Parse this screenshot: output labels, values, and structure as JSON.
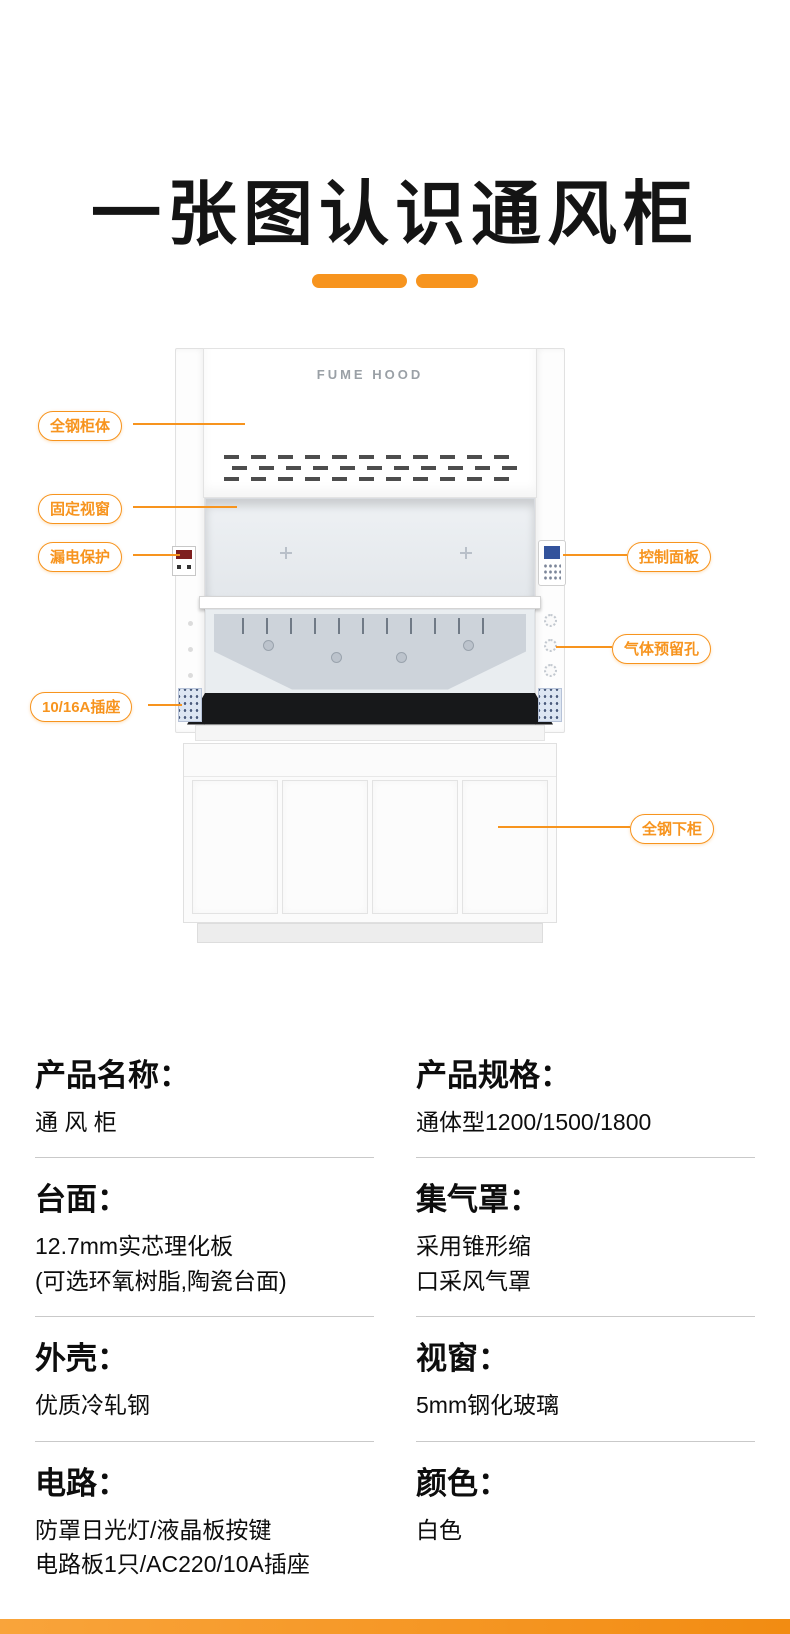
{
  "header": {
    "title": "一张图认识通风柜"
  },
  "hood": {
    "brand": "FUME HOOD"
  },
  "callouts": {
    "left": [
      {
        "label": "全钢柜体"
      },
      {
        "label": "固定视窗"
      },
      {
        "label": "漏电保护"
      },
      {
        "label": "10/16A插座"
      }
    ],
    "right": [
      {
        "label": "控制面板"
      },
      {
        "label": "气体预留孔"
      },
      {
        "label": "全钢下柜"
      }
    ]
  },
  "specs": {
    "left": [
      {
        "heading": "产品名称：",
        "body": "通 风 柜"
      },
      {
        "heading": "台面：",
        "body": "12.7mm实芯理化板\n(可选环氧树脂,陶瓷台面)"
      },
      {
        "heading": "外壳：",
        "body": "优质冷轧钢"
      },
      {
        "heading": "电路：",
        "body": "防罩日光灯/液晶板按键\n电路板1只/AC220/10A插座"
      }
    ],
    "right": [
      {
        "heading": "产品规格：",
        "body": "通体型1200/1500/1800"
      },
      {
        "heading": "集气罩：",
        "body": "采用锥形缩\n口采风气罩"
      },
      {
        "heading": "视窗：",
        "body": "5mm钢化玻璃"
      },
      {
        "heading": "颜色：",
        "body": "白色"
      }
    ]
  },
  "colors": {
    "accent": "#F7941E"
  }
}
